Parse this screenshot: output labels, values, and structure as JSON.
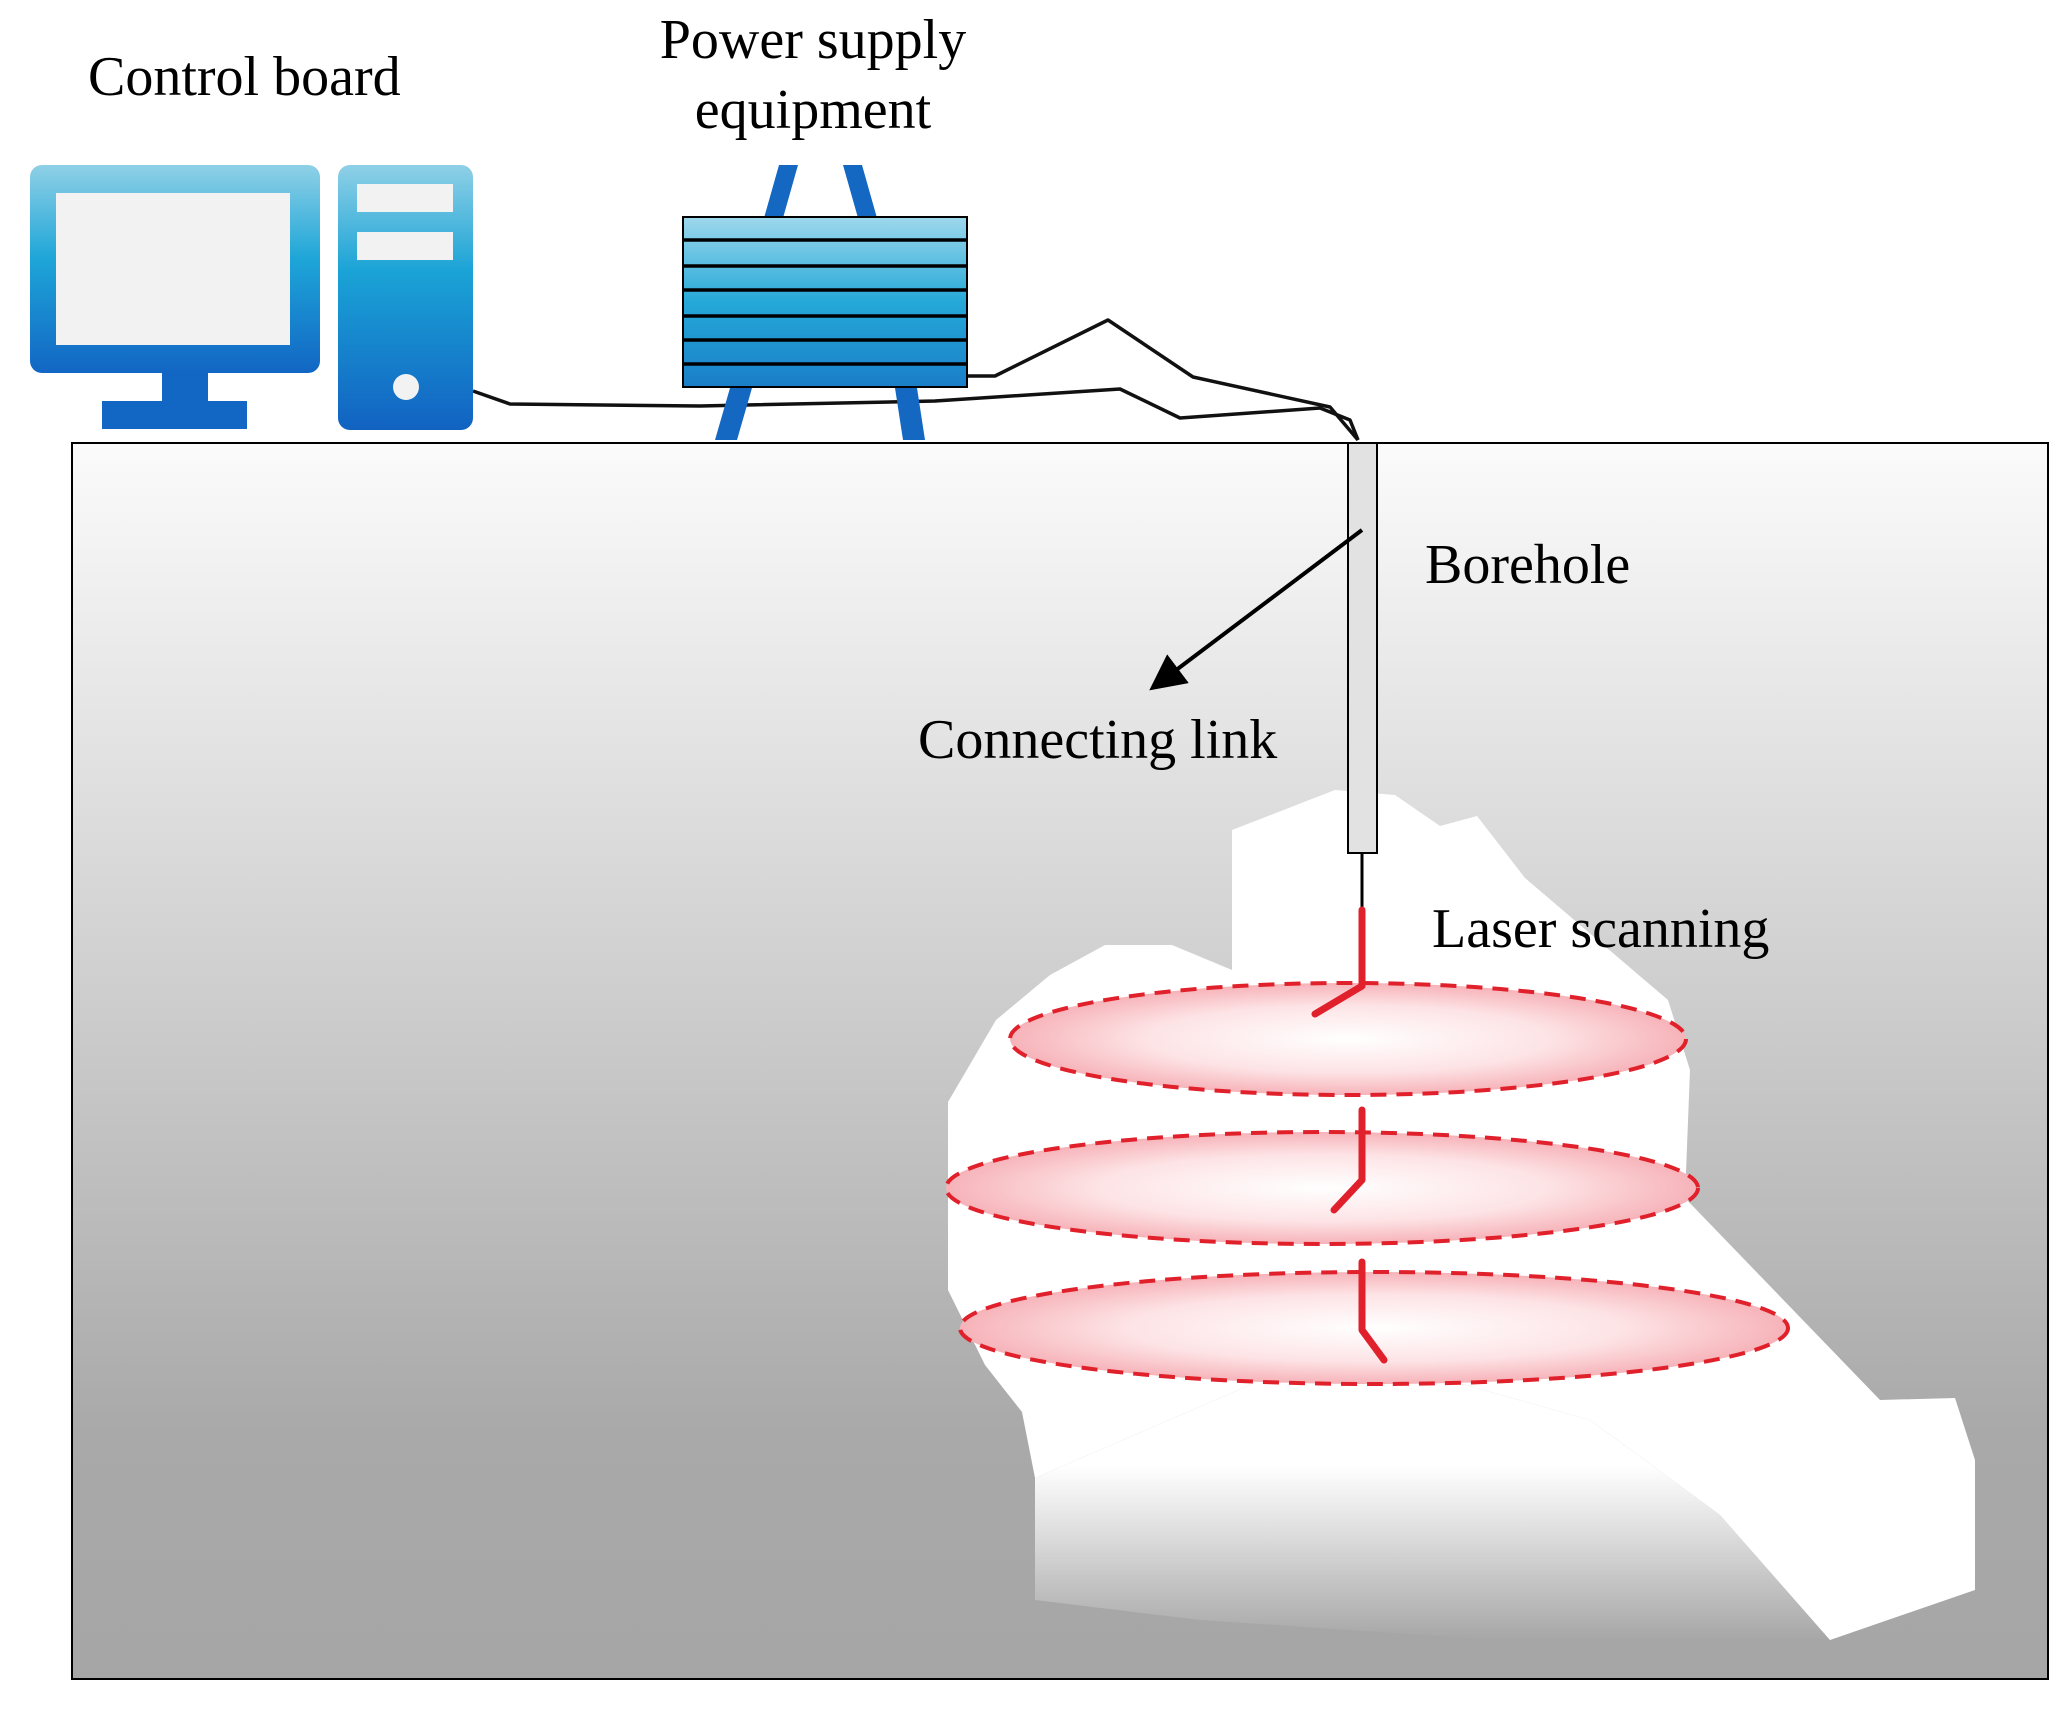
{
  "labels": {
    "control_board": "Control board",
    "power_supply_line1": "Power supply",
    "power_supply_line2": "equipment",
    "borehole": "Borehole",
    "connecting_link": "Connecting link",
    "laser_scanning": "Laser scanning"
  },
  "colors": {
    "computer_blue": "#1a86d0",
    "screen_fill": "#f2f2f2",
    "ground_top": "#fafafa",
    "ground_bottom": "#a6a6a6",
    "laser_red": "#e0202a",
    "scan_disc_fill": "#f8c8cc",
    "cable": "#111111"
  },
  "icons": {
    "computer": "desktop-computer-icon",
    "power_supply": "power-supply-box-icon",
    "scanner": "laser-scanner-probe-icon"
  }
}
